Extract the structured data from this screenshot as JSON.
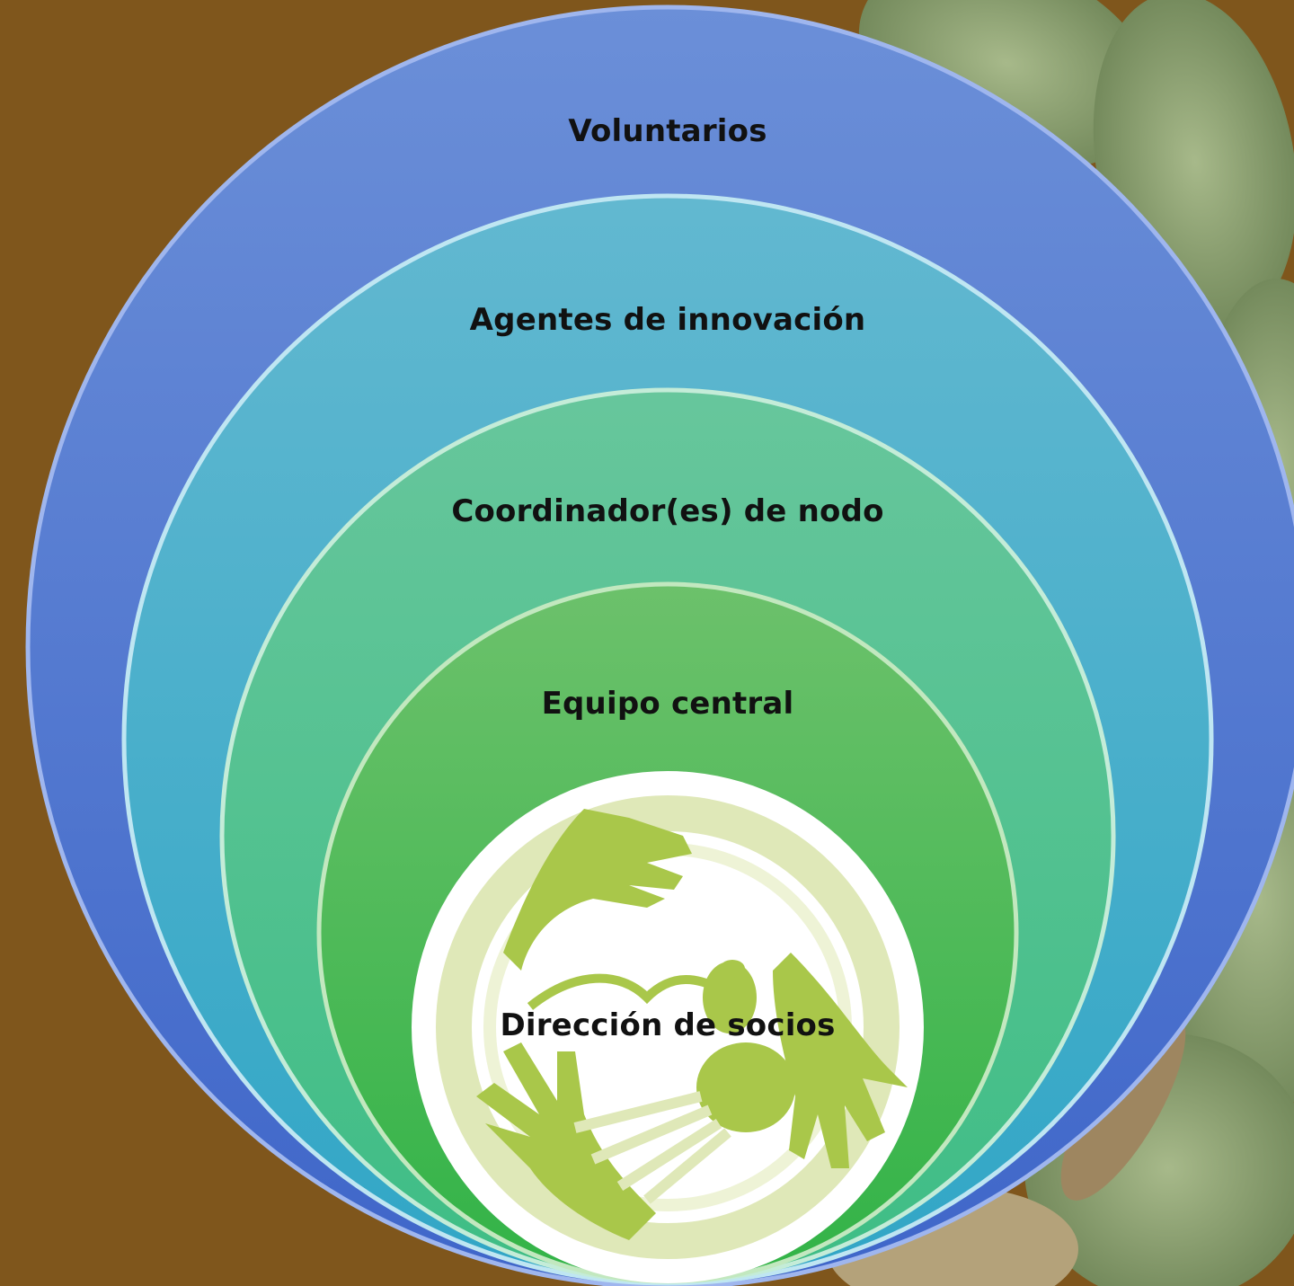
{
  "diagram": {
    "layers": [
      {
        "id": "voluntarios",
        "label": "Voluntarios",
        "color_top": "#6b8fd8",
        "color_bottom": "#3f66c9"
      },
      {
        "id": "agentes",
        "label": "Agentes de innovación",
        "color_top": "#62b8d0",
        "color_bottom": "#31a6c6"
      },
      {
        "id": "coordinadores",
        "label": "Coordinador(es) de nodo",
        "color_top": "#67c69c",
        "color_bottom": "#3ebd85"
      },
      {
        "id": "equipo",
        "label": "Equipo central",
        "color_top": "#6cc16b",
        "color_bottom": "#32b347"
      },
      {
        "id": "direccion",
        "label": "Dirección de socios",
        "color": "#ffffff"
      }
    ],
    "background_color": "#7f561c",
    "logo_color": "#a9c74a"
  }
}
